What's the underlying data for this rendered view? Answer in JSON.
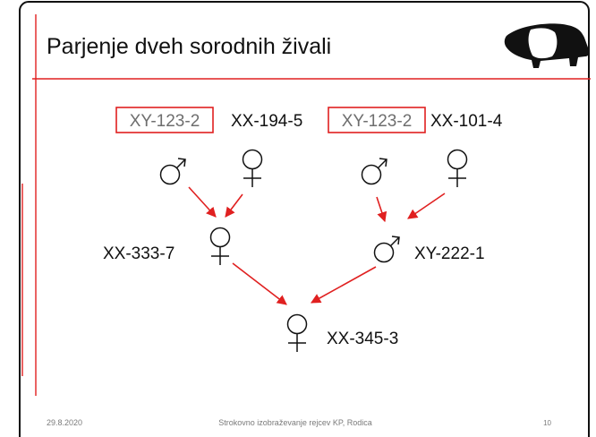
{
  "slide": {
    "title": "Parjenje dveh sorodnih živali",
    "footer_date": "29.8.2020",
    "footer_center": "Strokovno izobraževanje rejcev KP, Rodica",
    "footer_page": "10"
  },
  "pedigree": {
    "grandsire_left": "XY-123-2",
    "granddam_left": "XX-194-5",
    "grandsire_right": "XY-123-2",
    "granddam_right": "XX-101-4",
    "dam": "XX-333-7",
    "sire": "XY-222-1",
    "offspring": "XX-345-3"
  },
  "colors": {
    "accent_red": "#e02020",
    "frame": "#111111",
    "repeated_ancestor_text": "#6e6e6e",
    "footer_text": "#7a7a7a"
  },
  "icons": {
    "logo": "pig-silhouette-icon",
    "male": "male-symbol-icon",
    "female": "female-symbol-icon"
  }
}
